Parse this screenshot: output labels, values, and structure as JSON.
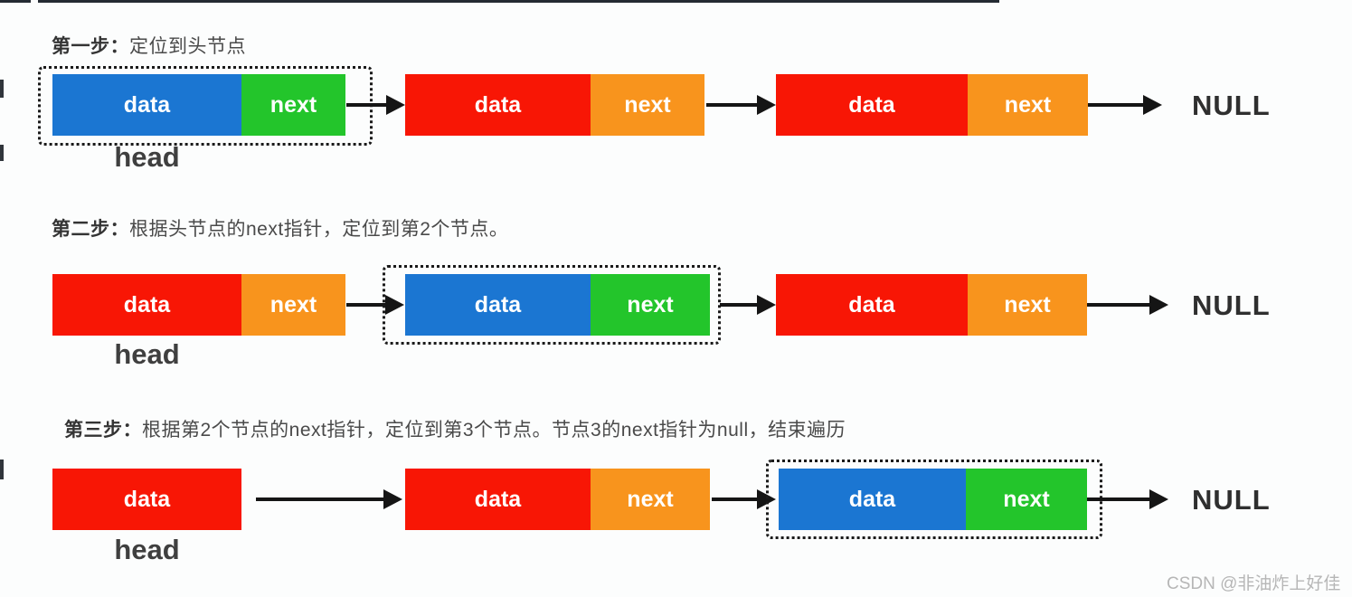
{
  "page": {
    "background": "#fcfdfd",
    "watermark": "CSDN @非油炸上好佳"
  },
  "colors": {
    "highlight_data": "#1b76d2",
    "highlight_next": "#23c52b",
    "normal_data": "#f81605",
    "normal_next": "#f8941d",
    "arrow": "#151515",
    "step_text": "#4a4a4a",
    "null_text": "#2f2f2f",
    "watermark_text": "#b6b6b6",
    "top_bar": "#242b33"
  },
  "steps": [
    {
      "title": "第一步：",
      "description": "定位到头节点",
      "head_caption": "head",
      "terminal": "NULL",
      "nodes": [
        {
          "highlighted": true,
          "segments": [
            {
              "label": "data",
              "color": "#1b76d2"
            },
            {
              "label": "next",
              "color": "#23c52b"
            }
          ]
        },
        {
          "highlighted": false,
          "segments": [
            {
              "label": "data",
              "color": "#f81605"
            },
            {
              "label": "next",
              "color": "#f8941d"
            }
          ]
        },
        {
          "highlighted": false,
          "segments": [
            {
              "label": "data",
              "color": "#f81605"
            },
            {
              "label": "next",
              "color": "#f8941d"
            }
          ]
        }
      ]
    },
    {
      "title": "第二步：",
      "description": "根据头节点的next指针，定位到第2个节点。",
      "head_caption": "head",
      "terminal": "NULL",
      "nodes": [
        {
          "highlighted": false,
          "segments": [
            {
              "label": "data",
              "color": "#f81605"
            },
            {
              "label": "next",
              "color": "#f8941d"
            }
          ]
        },
        {
          "highlighted": true,
          "segments": [
            {
              "label": "data",
              "color": "#1b76d2"
            },
            {
              "label": "next",
              "color": "#23c52b"
            }
          ]
        },
        {
          "highlighted": false,
          "segments": [
            {
              "label": "data",
              "color": "#f81605"
            },
            {
              "label": "next",
              "color": "#f8941d"
            }
          ]
        }
      ]
    },
    {
      "title": "第三步：",
      "description": "根据第2个节点的next指针，定位到第3个节点。节点3的next指针为null，结束遍历",
      "head_caption": "head",
      "terminal": "NULL",
      "nodes": [
        {
          "highlighted": false,
          "segments": [
            {
              "label": "data",
              "color": "#f81605"
            }
          ]
        },
        {
          "highlighted": false,
          "segments": [
            {
              "label": "data",
              "color": "#f81605"
            },
            {
              "label": "next",
              "color": "#f8941d"
            }
          ]
        },
        {
          "highlighted": true,
          "segments": [
            {
              "label": "data",
              "color": "#1b76d2"
            },
            {
              "label": "next",
              "color": "#23c52b"
            }
          ]
        }
      ]
    }
  ]
}
